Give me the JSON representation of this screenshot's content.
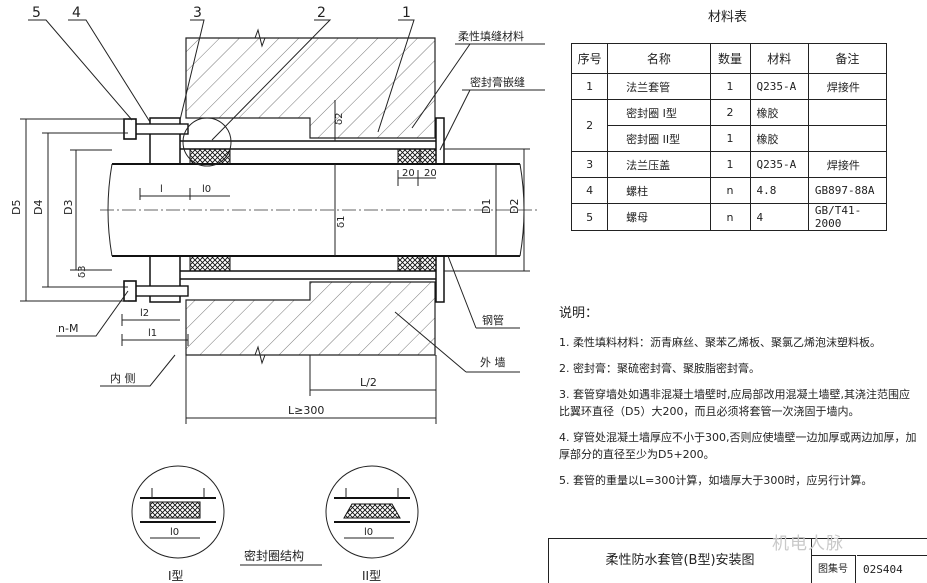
{
  "drawing": {
    "callouts": [
      "5",
      "4",
      "3",
      "2",
      "1"
    ],
    "label_filler": "柔性填缝材料",
    "label_sealant": "密封膏嵌缝",
    "label_steel_pipe": "钢管",
    "label_outer_wall": "外  墙",
    "label_inner_side": "内  侧",
    "dims": {
      "D5": "D5",
      "D4": "D4",
      "D3": "D3",
      "D1": "D1",
      "D2": "D2",
      "delta1": "δ1",
      "delta2": "δ2",
      "delta3": "δ3",
      "l": "l",
      "l0": "l0",
      "l1": "l1",
      "l2": "l2",
      "nM": "n-M",
      "w20a": "20",
      "w20b": "20",
      "Lhalf": "L/2",
      "L": "L≥300"
    },
    "detail": {
      "caption": "密封圈结构",
      "type1": "I型",
      "type2": "II型",
      "l0a": "l0",
      "l0b": "l0"
    }
  },
  "table": {
    "title": "材料表",
    "headers": [
      "序号",
      "名称",
      "数量",
      "材料",
      "备注"
    ],
    "rows": [
      {
        "no": "1",
        "name": "法兰套管",
        "qty": "1",
        "material": "Q235-A",
        "note": "焊接件"
      },
      {
        "no": "2",
        "name": "密封圈  I型",
        "qty": "2",
        "material": "橡胶",
        "note": ""
      },
      {
        "no": "",
        "name": "密封圈  II型",
        "qty": "1",
        "material": "橡胶",
        "note": ""
      },
      {
        "no": "3",
        "name": "法兰压盖",
        "qty": "1",
        "material": "Q235-A",
        "note": "焊接件"
      },
      {
        "no": "4",
        "name": "螺柱",
        "qty": "n",
        "material": "4.8",
        "note": "GB897-88A"
      },
      {
        "no": "5",
        "name": "螺母",
        "qty": "n",
        "material": "4",
        "note": "GB/T41-2000"
      }
    ]
  },
  "notes": {
    "heading": "说明：",
    "items": [
      "1. 柔性填料材料：沥青麻丝、聚苯乙烯板、聚氯乙烯泡沫塑料板。",
      "2. 密封膏：聚硫密封膏、聚胺脂密封膏。",
      "3. 套管穿墙处如遇非混凝土墙壁时,应局部改用混凝土墙壁,其浇注范围应比翼环直径（D5）大200，而且必须将套管一次浇固于墙内。",
      "4. 穿管处混凝土墙厚应不小于300,否则应使墙壁一边加厚或两边加厚，加厚部分的直径至少为D5+200。",
      "5. 套管的重量以L=300计算，如墙厚大于300时，应另行计算。"
    ]
  },
  "title_block": {
    "name": "柔性防水套管(B型)安装图",
    "atlas_label": "图集号",
    "atlas_value": "02S404"
  },
  "watermark": "机电人脉"
}
